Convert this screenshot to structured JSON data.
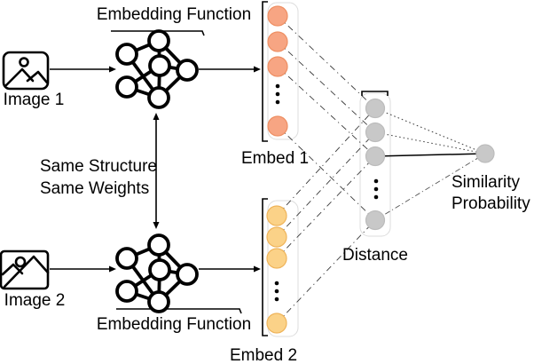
{
  "diagram": {
    "top_branch": {
      "function_label": "Embedding Function",
      "input_label": "Image 1",
      "output_label": "Embed 1"
    },
    "bottom_branch": {
      "function_label": "Embedding Function",
      "input_label": "Image 2",
      "output_label": "Embed 2"
    },
    "shared_annotation": {
      "line1": "Same Structure",
      "line2": "Same Weights"
    },
    "distance_label": "Distance",
    "output_annotation": {
      "line1": "Similarity",
      "line2": "Probability"
    }
  },
  "icons": {
    "image1": "image-icon",
    "image2": "image-icon",
    "network_top": "neural-network-icon",
    "network_bottom": "neural-network-icon"
  },
  "colors": {
    "embed1_dot": "#F7A583",
    "embed1_dot_border": "#EE8F63",
    "embed2_dot": "#FBD288",
    "embed2_dot_border": "#EFB45A",
    "distance_dot": "#C8C8C8",
    "distance_dot_border": "#BCBCBC",
    "line": "#000000",
    "background": "#FFFFFF"
  }
}
